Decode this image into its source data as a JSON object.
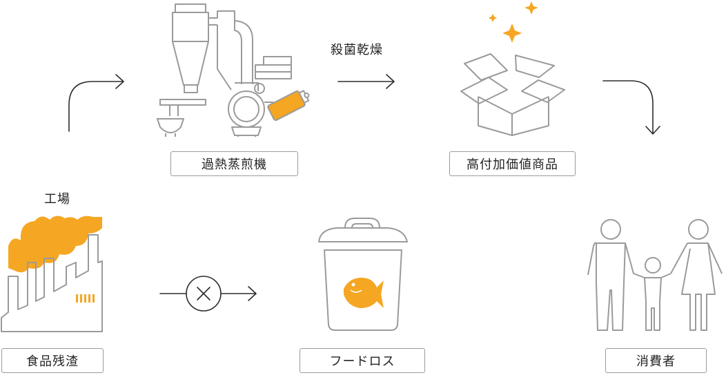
{
  "colors": {
    "accent": "#f5a623",
    "outline": "#9a9a9a",
    "arrow": "#2b2b2b",
    "text": "#222222"
  },
  "labels": {
    "machine": "過熱蒸煎機",
    "product": "高付加価値商品",
    "waste": "食品残渣",
    "loss": "フードロス",
    "consumer": "消費者"
  },
  "captions": {
    "sterilize": "殺菌乾燥",
    "factory": "工場"
  },
  "icons": [
    "curved-arrow-up-right-icon",
    "steamer-machine-icon",
    "arrow-right-icon",
    "open-box-sparkle-icon",
    "curved-arrow-down-icon",
    "factory-icon",
    "blocked-arrow-icon",
    "trash-can-fish-icon",
    "family-icon"
  ]
}
